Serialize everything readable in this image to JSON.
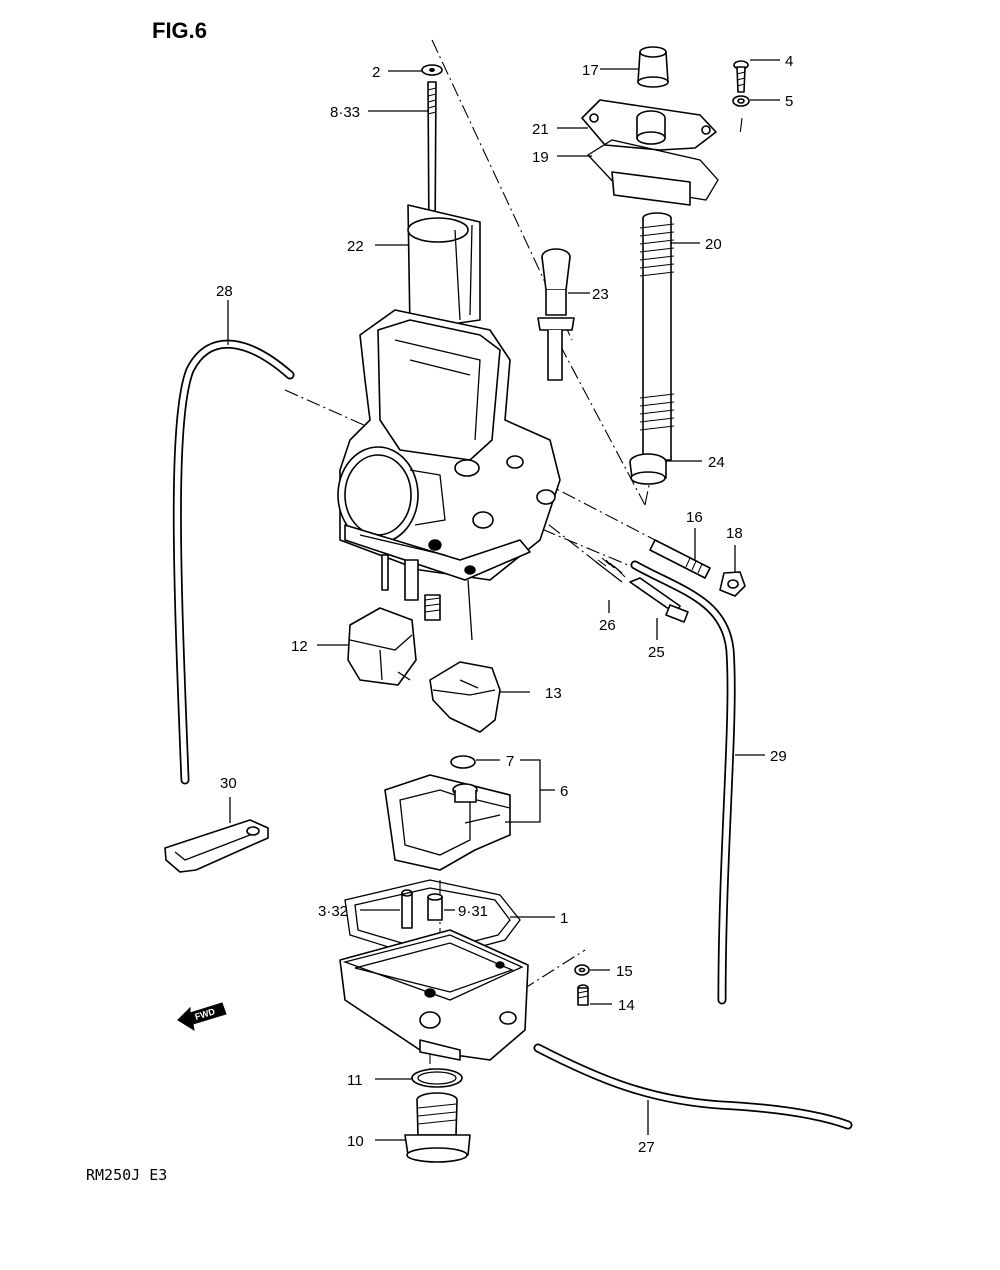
{
  "figure_title": "FIG.6",
  "model_code": "RM250J  E3",
  "fwd_label": "FWD",
  "callouts": [
    {
      "id": "1",
      "label": "1"
    },
    {
      "id": "2",
      "label": "2"
    },
    {
      "id": "3-32",
      "label": "3·32"
    },
    {
      "id": "4",
      "label": "4"
    },
    {
      "id": "5",
      "label": "5"
    },
    {
      "id": "6",
      "label": "6"
    },
    {
      "id": "7",
      "label": "7"
    },
    {
      "id": "8-33",
      "label": "8·33"
    },
    {
      "id": "9-31",
      "label": "9·31"
    },
    {
      "id": "10",
      "label": "10"
    },
    {
      "id": "11",
      "label": "11"
    },
    {
      "id": "12",
      "label": "12"
    },
    {
      "id": "13",
      "label": "13"
    },
    {
      "id": "14",
      "label": "14"
    },
    {
      "id": "15",
      "label": "15"
    },
    {
      "id": "16",
      "label": "16"
    },
    {
      "id": "17",
      "label": "17"
    },
    {
      "id": "18",
      "label": "18"
    },
    {
      "id": "19",
      "label": "19"
    },
    {
      "id": "20",
      "label": "20"
    },
    {
      "id": "21",
      "label": "21"
    },
    {
      "id": "22",
      "label": "22"
    },
    {
      "id": "23",
      "label": "23"
    },
    {
      "id": "24",
      "label": "24"
    },
    {
      "id": "25",
      "label": "25"
    },
    {
      "id": "26",
      "label": "26"
    },
    {
      "id": "27",
      "label": "27"
    },
    {
      "id": "28",
      "label": "28"
    },
    {
      "id": "29",
      "label": "29"
    },
    {
      "id": "30",
      "label": "30"
    }
  ]
}
